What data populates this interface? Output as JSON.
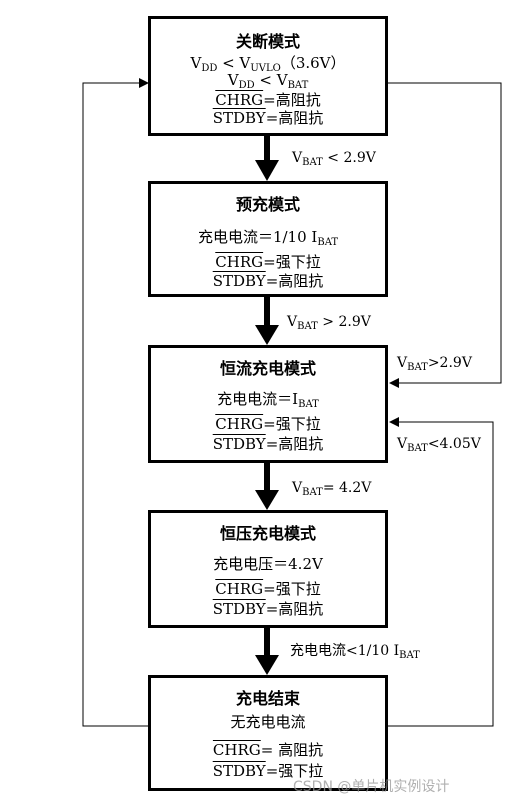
{
  "boxes": {
    "off": {
      "title": "关断模式",
      "l1_a": "V",
      "l1_a_sub": "DD",
      "l1_b": " < V",
      "l1_b_sub": "UVLO",
      "l1_c": "（3.6V）",
      "l2_a": "V",
      "l2_a_sub": "DD",
      "l2_b": " < V",
      "l2_b_sub": "BAT",
      "chrg_name": "CHRG",
      "chrg_val": "=高阻抗",
      "stdby_name": "STDBY",
      "stdby_val": "=高阻抗"
    },
    "precharge": {
      "title": "预充模式",
      "current_a": "充电电流＝1/10 I",
      "current_sub": "BAT",
      "chrg_name": "CHRG",
      "chrg_val": "=强下拉",
      "stdby_name": "STDBY",
      "stdby_val": "=高阻抗"
    },
    "cc": {
      "title": "恒流充电模式",
      "current_a": "充电电流＝I",
      "current_sub": "BAT",
      "chrg_name": "CHRG",
      "chrg_val": "=强下拉",
      "stdby_name": "STDBY",
      "stdby_val": "=高阻抗"
    },
    "cv": {
      "title": "恒压充电模式",
      "voltage": "充电电压＝4.2V",
      "chrg_name": "CHRG",
      "chrg_val": "=强下拉",
      "stdby_name": "STDBY",
      "stdby_val": "=高阻抗"
    },
    "done": {
      "title": "充电结束",
      "current": "无充电电流",
      "chrg_name": "CHRG",
      "chrg_val": "= 高阻抗",
      "stdby_name": "STDBY",
      "stdby_val": "=强下拉"
    }
  },
  "transitions": {
    "t1": {
      "a": "V",
      "sub": "BAT",
      "b": " < 2.9V"
    },
    "t2": {
      "a": "V",
      "sub": "BAT",
      "b": " > 2.9V"
    },
    "t3": {
      "a": "V",
      "sub": "BAT",
      "b": "= 4.2V"
    },
    "t4": {
      "a": "充电电流<1/10 I",
      "sub": "BAT",
      "b": ""
    },
    "r1": {
      "a": "V",
      "sub": "BAT",
      "b": ">2.9V"
    },
    "r2": {
      "a": "V",
      "sub": "BAT",
      "b": "<4.05V"
    }
  },
  "watermark": "CSDN @单片机实例设计"
}
